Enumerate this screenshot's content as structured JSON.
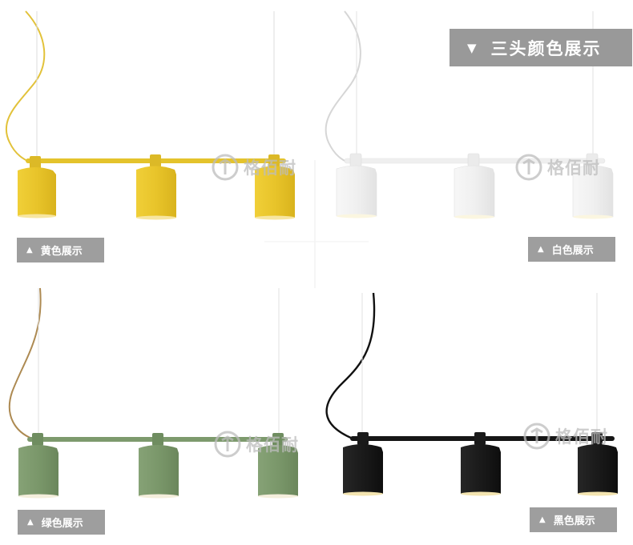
{
  "header": {
    "title": "三头颜色展示",
    "arrow": "▼"
  },
  "panels": {
    "yellow": {
      "label": "黄色展示",
      "arrow": "▲",
      "color": "#e8c42a",
      "cord": "#e2c23a"
    },
    "white": {
      "label": "白色展示",
      "arrow": "▲",
      "color": "#f2f2f2",
      "cord": "#d8d8d8"
    },
    "green": {
      "label": "绿色展示",
      "arrow": "▲",
      "color": "#7c9a6c",
      "cord": "#b08a50"
    },
    "black": {
      "label": "黑色展示",
      "arrow": "▲",
      "color": "#1c1c1c",
      "cord": "#111111"
    }
  },
  "watermark": {
    "text": "格佰耐",
    "icon": "watermark-logo-icon"
  }
}
